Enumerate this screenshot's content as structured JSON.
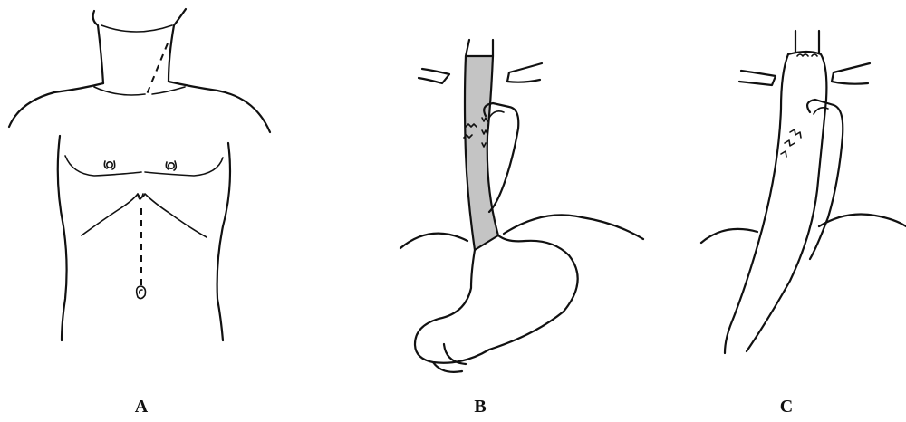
{
  "panels": [
    {
      "id": "A",
      "label": "A"
    },
    {
      "id": "B",
      "label": "B"
    },
    {
      "id": "C",
      "label": "C"
    }
  ],
  "colors": {
    "line": "#111111",
    "highlight_fill": "#c4c4c4",
    "background": "#ffffff"
  }
}
